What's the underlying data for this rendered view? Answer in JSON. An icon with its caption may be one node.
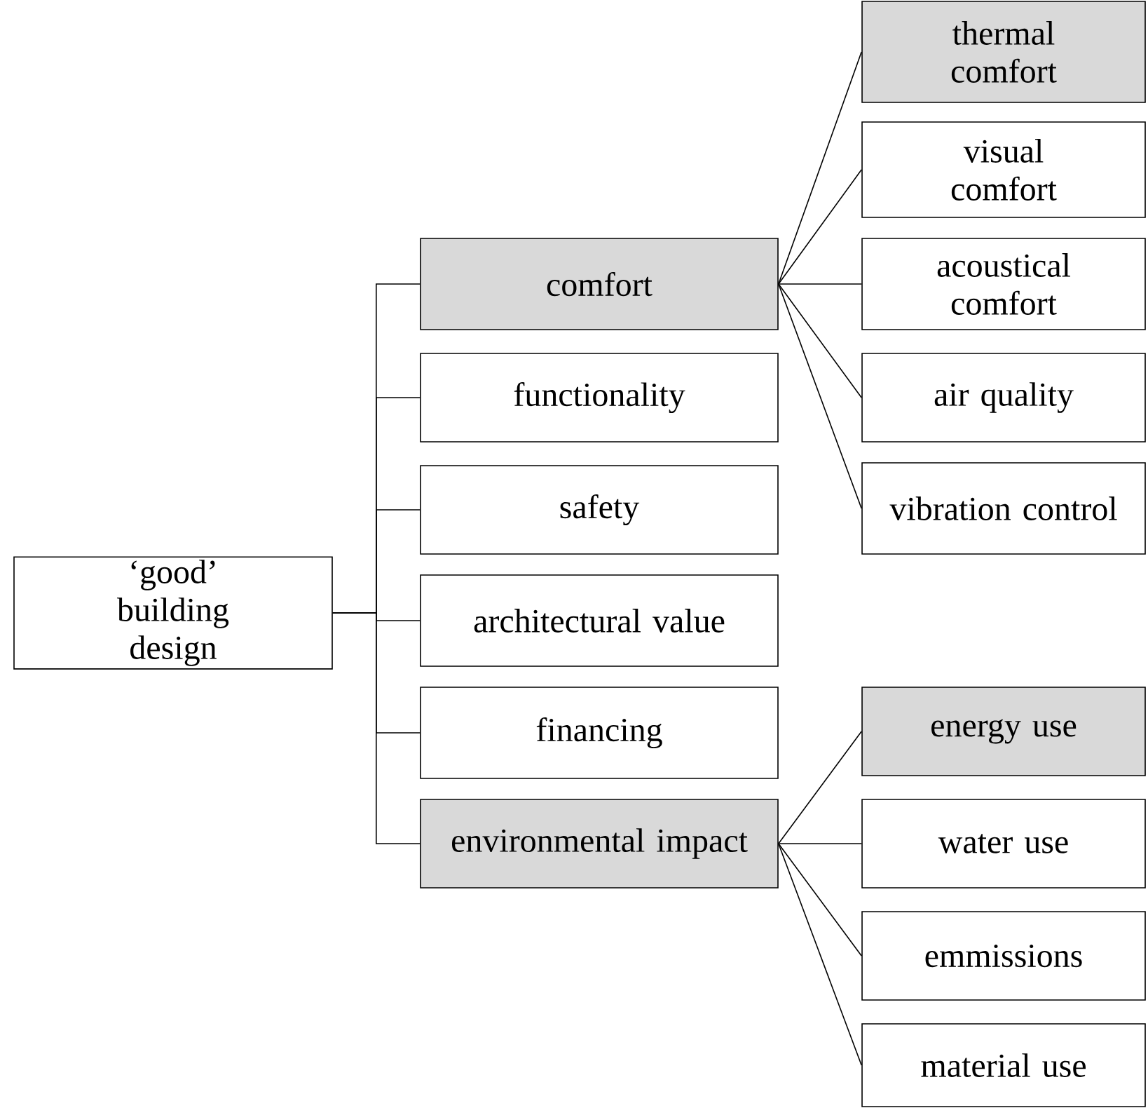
{
  "diagram": {
    "nodes": [
      {
        "text": [
          "‘good’ building design"
        ]
      },
      {
        "text": [
          "comfort"
        ]
      },
      {
        "text": [
          "functionality"
        ]
      },
      {
        "text": [
          "safety"
        ]
      },
      {
        "text": [
          "architectural value"
        ]
      },
      {
        "text": [
          "financing"
        ]
      },
      {
        "text": [
          "environmental impact"
        ]
      },
      {
        "text": [
          "thermal comfort"
        ]
      },
      {
        "text": [
          "visual comfort"
        ]
      },
      {
        "text": [
          "acoustical comfort"
        ]
      },
      {
        "text": [
          "air quality"
        ]
      },
      {
        "text": [
          "vibration control"
        ]
      },
      {
        "text": [
          "energy use"
        ]
      },
      {
        "text": [
          "water use"
        ]
      },
      {
        "text": [
          "emmissions"
        ]
      },
      {
        "text": [
          "material use"
        ]
      }
    ],
    "edges": [
      {
        "from": 0,
        "to": 1,
        "arrow": "none"
      },
      {
        "from": 0,
        "to": 2,
        "arrow": "none"
      },
      {
        "from": 0,
        "to": 3,
        "arrow": "none"
      },
      {
        "from": 0,
        "to": 4,
        "arrow": "none"
      },
      {
        "from": 0,
        "to": 5,
        "arrow": "none"
      },
      {
        "from": 0,
        "to": 6,
        "arrow": "none"
      },
      {
        "from": 1,
        "to": 7,
        "arrow": "none"
      },
      {
        "from": 1,
        "to": 8,
        "arrow": "none"
      },
      {
        "from": 1,
        "to": 9,
        "arrow": "none"
      },
      {
        "from": 1,
        "to": 10,
        "arrow": "none"
      },
      {
        "from": 1,
        "to": 11,
        "arrow": "none"
      },
      {
        "from": 6,
        "to": 12,
        "arrow": "none"
      },
      {
        "from": 6,
        "to": 13,
        "arrow": "none"
      },
      {
        "from": 6,
        "to": 14,
        "arrow": "none"
      },
      {
        "from": 6,
        "to": 15,
        "arrow": "none"
      }
    ]
  }
}
